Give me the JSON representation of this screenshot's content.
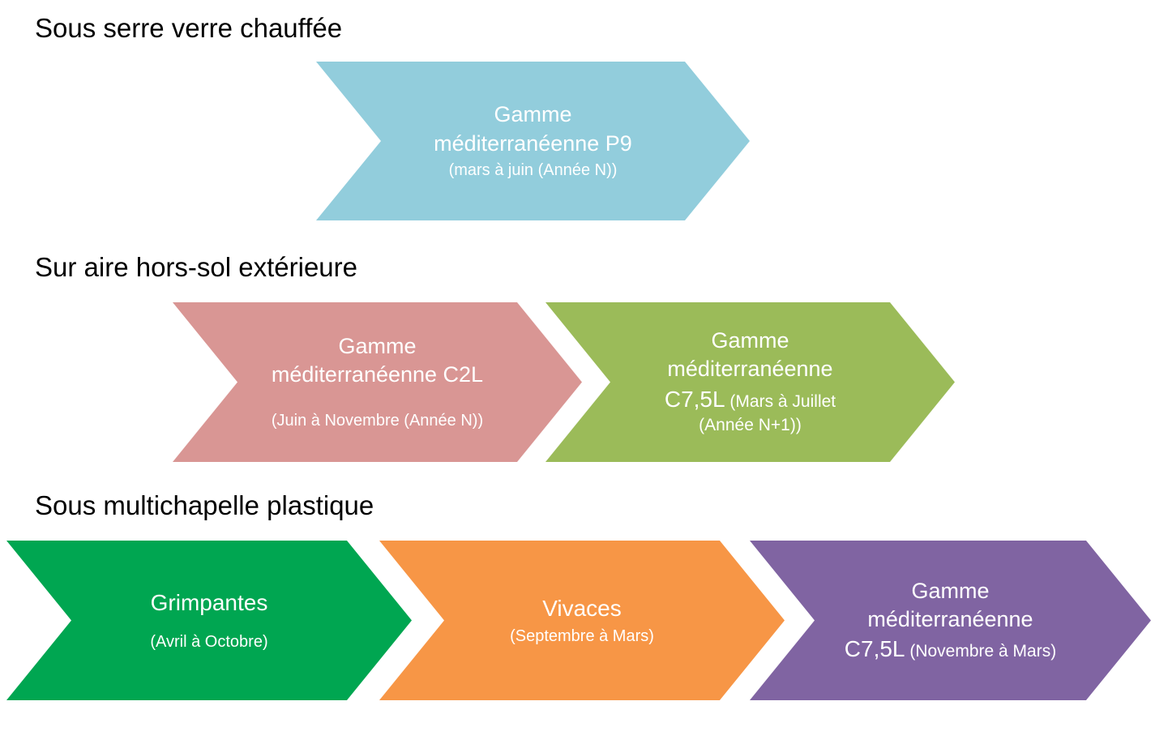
{
  "page": {
    "background_color": "#ffffff",
    "text_color": "#000000",
    "chevron_text_color": "#ffffff"
  },
  "sections": [
    {
      "title": "Sous serre verre chauffée",
      "chevrons": [
        {
          "label_line1": "Gamme",
          "label_line2": "méditerranéenne P9",
          "period": "(mars à juin (Année N))",
          "color": "#92CDDC"
        }
      ]
    },
    {
      "title": "Sur aire hors-sol extérieure",
      "chevrons": [
        {
          "label_line1": "Gamme",
          "label_line2": "méditerranéenne C2L",
          "period": "(Juin à Novembre (Année N))",
          "color": "#D99694"
        },
        {
          "label_line1": "Gamme",
          "label_line2": "méditerranéenne",
          "size_label": "C7,5L",
          "period_line1": "(Mars à Juillet",
          "period_line2": "(Année N+1))",
          "color": "#9BBB59"
        }
      ]
    },
    {
      "title": "Sous multichapelle plastique",
      "chevrons": [
        {
          "label_line1": "Grimpantes",
          "period": "(Avril à Octobre)",
          "color": "#00A651"
        },
        {
          "label_line1": "Vivaces",
          "period": "(Septembre à Mars)",
          "color": "#F79646"
        },
        {
          "label_line1": "Gamme",
          "label_line2": "méditerranéenne",
          "size_label": "C7,5L",
          "period": "(Novembre à Mars)",
          "color": "#8064A2"
        }
      ]
    }
  ]
}
